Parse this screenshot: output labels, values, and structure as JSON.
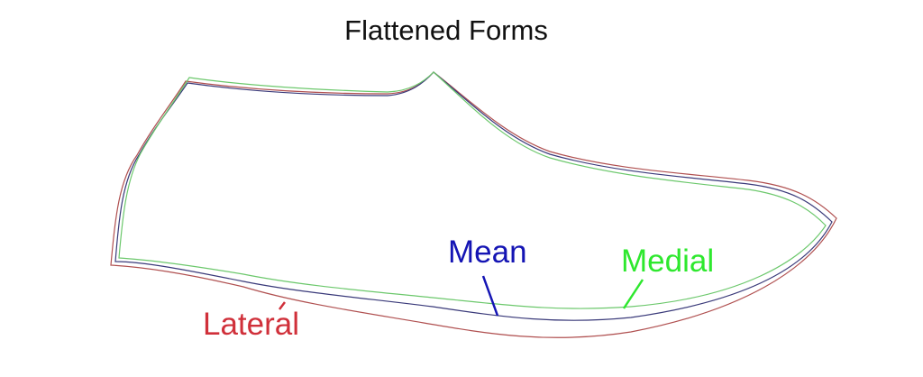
{
  "title": "Flattened Forms",
  "labels": {
    "mean": "Mean",
    "medial": "Medial",
    "lateral": "Lateral"
  },
  "colors": {
    "mean": "#1414b4",
    "medial": "#2ee82e",
    "lateral": "#d0303a",
    "mean_line": "#3a3a7a",
    "medial_line": "#6cc86c",
    "lateral_line": "#b05050"
  }
}
